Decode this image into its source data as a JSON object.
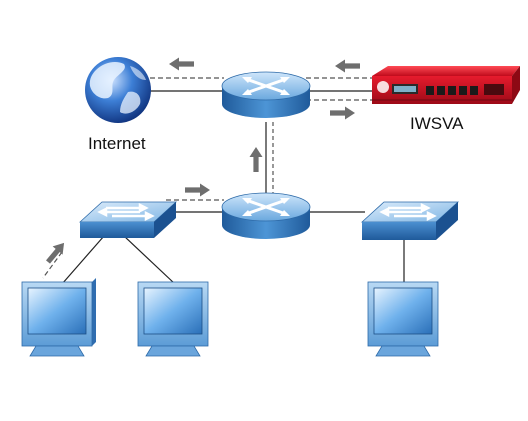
{
  "diagram": {
    "labels": {
      "internet": "Internet",
      "appliance": "IWSVA"
    },
    "nodes": [
      {
        "id": "internet",
        "kind": "globe-icon"
      },
      {
        "id": "core-router",
        "kind": "router-icon"
      },
      {
        "id": "iwsva",
        "kind": "appliance-icon"
      },
      {
        "id": "lan-router",
        "kind": "router-icon"
      },
      {
        "id": "switch-left",
        "kind": "switch-icon"
      },
      {
        "id": "switch-right",
        "kind": "switch-icon"
      },
      {
        "id": "pc-1",
        "kind": "monitor-icon"
      },
      {
        "id": "pc-2",
        "kind": "monitor-icon"
      },
      {
        "id": "pc-3",
        "kind": "monitor-icon"
      }
    ],
    "colors": {
      "device_blue": "#3a7fc0",
      "appliance_red": "#d8182a",
      "arrow_gray": "#6e6e6e",
      "line": "#222222"
    }
  }
}
